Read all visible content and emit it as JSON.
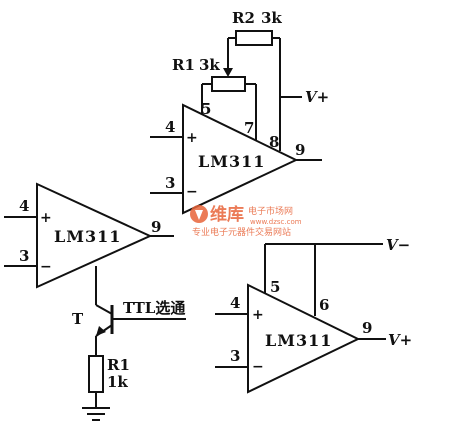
{
  "amp_top": {
    "name": "LM311",
    "plus": "+",
    "minus": "−",
    "pin_plus": "4",
    "pin_minus": "3",
    "pin_5": "5",
    "pin_7": "7",
    "pin_8": "8",
    "pin_out": "9"
  },
  "amp_left": {
    "name": "LM311",
    "plus": "+",
    "minus": "−",
    "pin_plus": "4",
    "pin_minus": "3",
    "pin_out": "9"
  },
  "amp_right": {
    "name": "LM311",
    "plus": "+",
    "minus": "−",
    "pin_plus": "4",
    "pin_minus": "3",
    "pin_5": "5",
    "pin_6": "6",
    "pin_out": "9"
  },
  "resistors": {
    "r2": {
      "name": "R2",
      "value": "3k"
    },
    "r1_top": {
      "name": "R1",
      "value": "3k"
    },
    "r1_bottom": {
      "name": "R1",
      "value": "1k"
    }
  },
  "transistor": {
    "name": "T"
  },
  "labels": {
    "ttl": "TTL选通",
    "vplus_top": "V+",
    "vminus": "V−",
    "vplus_right": "V+"
  },
  "watermark": {
    "brand": "维库",
    "site": "电子市场网",
    "slogan": "专业电子元器件交易网站",
    "url": "www.dzsc.com"
  },
  "colors": {
    "line": "#111111",
    "watermark": "#e8643a"
  }
}
